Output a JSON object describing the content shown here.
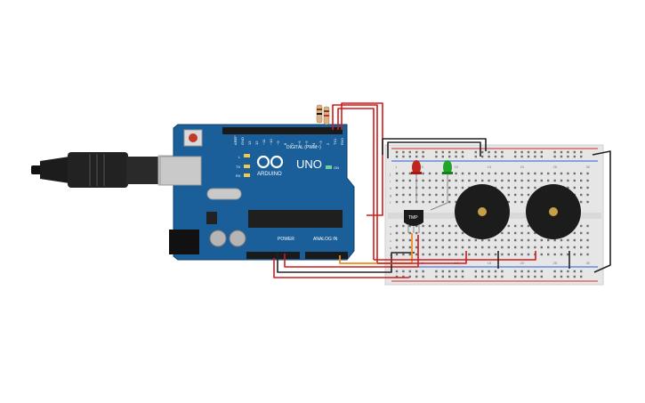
{
  "arduino": {
    "brand": "UNO",
    "maker": "ARDUINO",
    "header_digital": "DIGITAL (PWM~)",
    "header_power": "POWER",
    "header_analog": "ANALOG IN",
    "led_l": "L",
    "led_tx": "TX",
    "led_rx": "RX",
    "led_on": "ON",
    "pin_labels_top": [
      "AREF",
      "GND",
      "13",
      "12",
      "~11",
      "~10",
      "~9",
      "8",
      "7",
      "~6",
      "~5",
      "4",
      "~3",
      "2",
      "TX1",
      "RX0"
    ],
    "board_color": "#1a5f99"
  },
  "breadboard": {
    "row_labels": [
      "a",
      "b",
      "c",
      "d",
      "e",
      "f",
      "g",
      "h",
      "i",
      "j"
    ],
    "column_numbers": [
      "1",
      "5",
      "10",
      "15",
      "20",
      "25",
      "30"
    ]
  },
  "components": {
    "sensor_label": "TMP",
    "led_red_color": "#c0251f",
    "led_green_color": "#21a52a",
    "buzzer_count": 2
  },
  "colors": {
    "wire_red": "#d11a1a",
    "wire_black": "#222222",
    "wire_orange": "#f08a1c",
    "usb_cable": "#1c1c1c"
  }
}
